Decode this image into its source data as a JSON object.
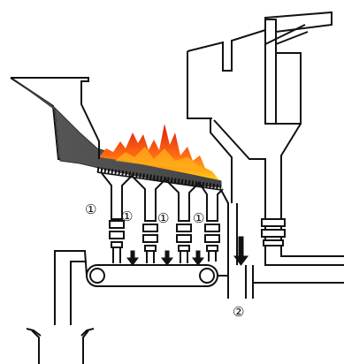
{
  "labels": {
    "hopper_marker_1": "①",
    "hopper_marker_2": "①",
    "hopper_marker_3": "①",
    "hopper_marker_4": "①",
    "discharge_marker": "②"
  },
  "colors": {
    "outline": "#111111",
    "ash": "#555555",
    "flame_outer": "#e8301c",
    "flame_mid": "#ff7a1a",
    "flame_inner": "#ffd21a",
    "background": "#ffffff"
  }
}
